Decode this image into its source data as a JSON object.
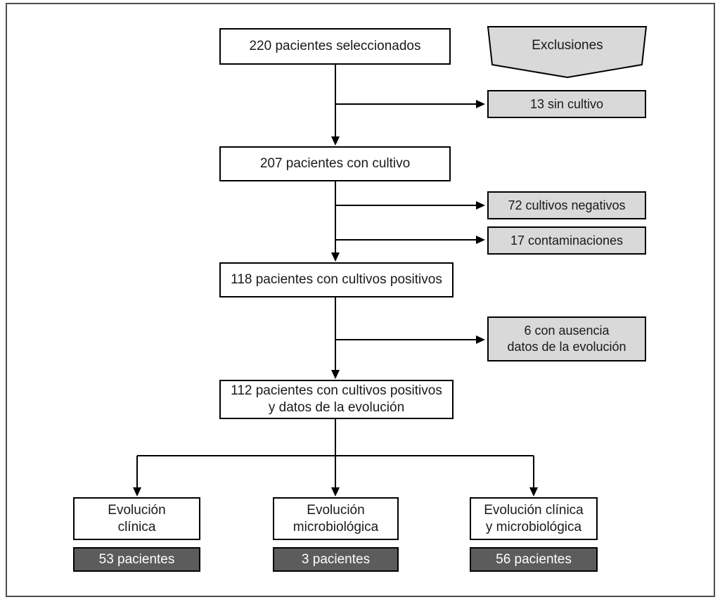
{
  "diagram_type": "patient-selection-flowchart",
  "colors": {
    "exclusion_fill": "#d9d9d9",
    "result_fill": "#5c5c5c",
    "box_border": "#000000",
    "frame_border": "#4d4d4d",
    "line_color": "#000000",
    "result_text": "#ffffff"
  },
  "nodes": {
    "selected": {
      "text": "220 pacientes seleccionados"
    },
    "with_culture": {
      "text": "207 pacientes con cultivo"
    },
    "positive_cultures": {
      "text": "118 pacientes con cultivos positivos"
    },
    "positive_with_data": {
      "line1": "112 pacientes con cultivos positivos",
      "line2": "y datos de la evolución"
    }
  },
  "exclusions": {
    "header": {
      "text": "Exclusiones"
    },
    "no_culture": {
      "text": "13 sin cultivo"
    },
    "negative_cultures": {
      "text": "72 cultivos negativos"
    },
    "contaminations": {
      "text": "17 contaminaciones"
    },
    "missing_evolution_data": {
      "line1": "6 con ausencia",
      "line2": "datos de la evolución"
    }
  },
  "outcomes": {
    "clinical": {
      "line1": "Evolución",
      "line2": "clínica",
      "count": "53 pacientes"
    },
    "microbiological": {
      "line1": "Evolución",
      "line2": "microbiológica",
      "count": "3 pacientes"
    },
    "clinical_and_microbiological": {
      "line1": "Evolución clínica",
      "line2": "y microbiológica",
      "count": "56 pacientes"
    }
  }
}
